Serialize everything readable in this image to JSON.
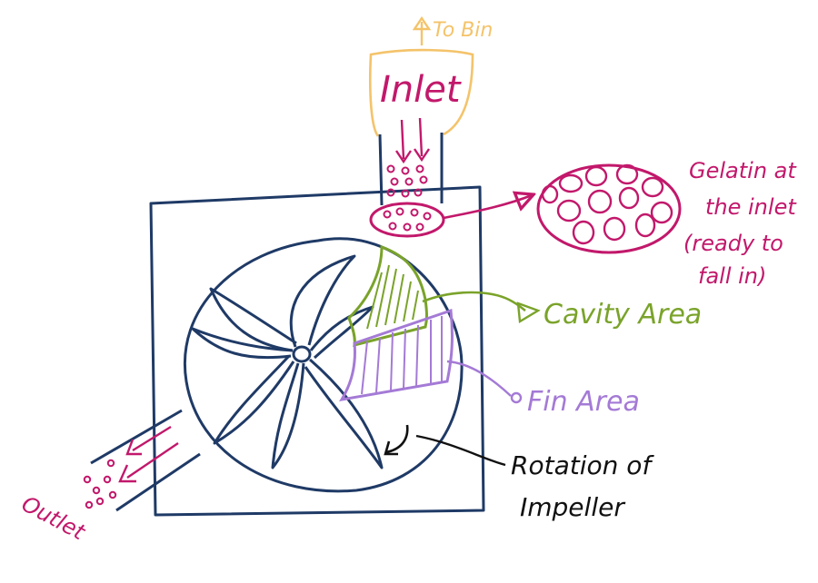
{
  "labels": {
    "to_bin": "To Bin",
    "inlet": "Inlet",
    "gelatin_line1": "Gelatin at",
    "gelatin_line2": "the inlet",
    "gelatin_line3": "(ready to",
    "gelatin_line4": "fall in)",
    "cavity_area": "Cavity Area",
    "fin_area": "Fin Area",
    "rotation_line1": "Rotation of",
    "rotation_line2": "Impeller",
    "outlet": "Outlet"
  },
  "colors": {
    "housing": "#1f3a66",
    "inlet_pipe": "#f4c36a",
    "gelatin": "#c2186b",
    "cavity": "#7aa32a",
    "fin": "#a47ad6",
    "rotation": "#111111"
  }
}
